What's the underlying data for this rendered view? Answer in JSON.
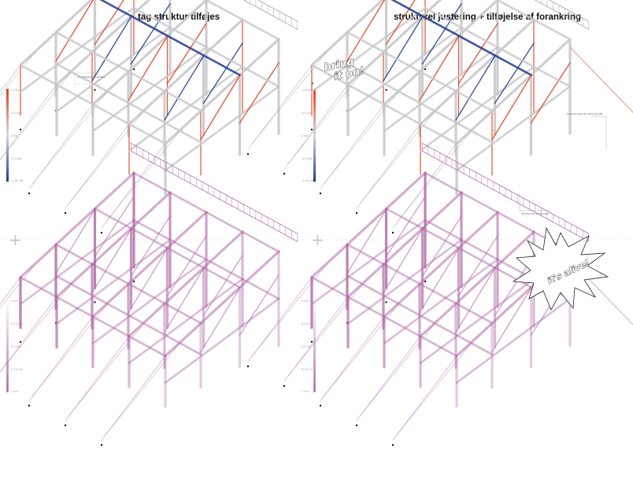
{
  "titles": {
    "left": "tag struktur tilføjes",
    "right": "strukturel justering + tilføjelse af forankring"
  },
  "legend_top": {
    "colors": {
      "max": "#e0401c",
      "mid": "#d8d8e0",
      "min": "#1f3a8a"
    },
    "ticks": [
      "1.00 kN",
      "0.5 kN",
      "0 kN",
      "-0.5 kN",
      "-1.00 kN"
    ]
  },
  "legend_bottom": {
    "colors": {
      "top": "#ffffff",
      "bottom": "#b06aa6"
    },
    "ticks": [
      "0 cm",
      "0.25 cm",
      "0.5 cm",
      "0.75 cm",
      "1 cm"
    ]
  },
  "annotations": {
    "new_roof": "ny tagkonstruktion",
    "bracing": "forankring",
    "anchoring": "forankring af skinnende",
    "strengthening": "styrkelse af stolpe"
  },
  "stickers": {
    "bring_it_on_line1": "bring",
    "bring_it_on_line2": "it on!",
    "its_alive": "it's alive!"
  },
  "plus_symbol": "+",
  "structure_colors": {
    "grey": "#c9c9cc",
    "red": "#e0401c",
    "blue": "#1f3a8a",
    "magenta": "#b06aa6",
    "roof_frame": "#a0a0a8"
  }
}
